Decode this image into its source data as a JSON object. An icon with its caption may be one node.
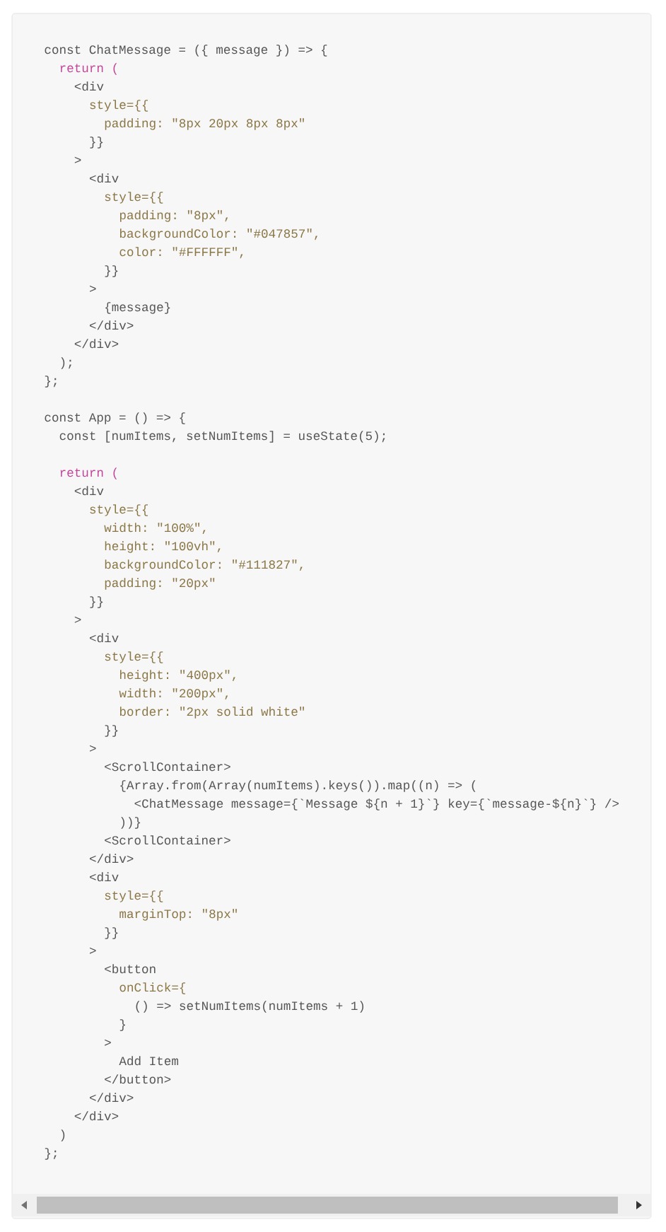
{
  "diagram": {
    "labels": [
      "const ChatMessage = ({ message }) => {",
      "return (",
      "<div",
      "style={{",
      "padding: \"8px 20px 8px 8px\"",
      "}}",
      ">",
      "<div",
      "style={{",
      "padding: \"8px\",",
      "backgroundColor: \"#047857\",",
      "color: \"#FFFFFF\",",
      "}}",
      ">",
      "{message}",
      "</div>",
      "</div>",
      ");",
      "};",
      "const App = () => {",
      "const [numItems, setNumItems] = useState(5);",
      "return (",
      "<div",
      "style={{",
      "width: \"100%\",",
      "height: \"100vh\",",
      "backgroundColor: \"#111827\",",
      "padding: \"20px\"",
      "}}",
      ">",
      "<div",
      "style={{",
      "height: \"400px\",",
      "width: \"200px\",",
      "border: \"2px solid white\"",
      "}}",
      ">",
      "<ScrollContainer>",
      "{Array.from(Array(numItems).keys()).map((n) => (",
      "<ChatMessage message={`Message ${n + 1}`} key={`message-${n}`} />",
      "))}",
      "<ScrollContainer>",
      "</div>",
      "<div",
      "style={{",
      "marginTop: \"8px\"",
      "}}",
      ">",
      "<button",
      "onClick={",
      "() => setNumItems(numItems + 1)",
      "}",
      ">",
      "Add Item",
      "</button>",
      "</div>",
      "</div>",
      ")",
      "};"
    ]
  }
}
